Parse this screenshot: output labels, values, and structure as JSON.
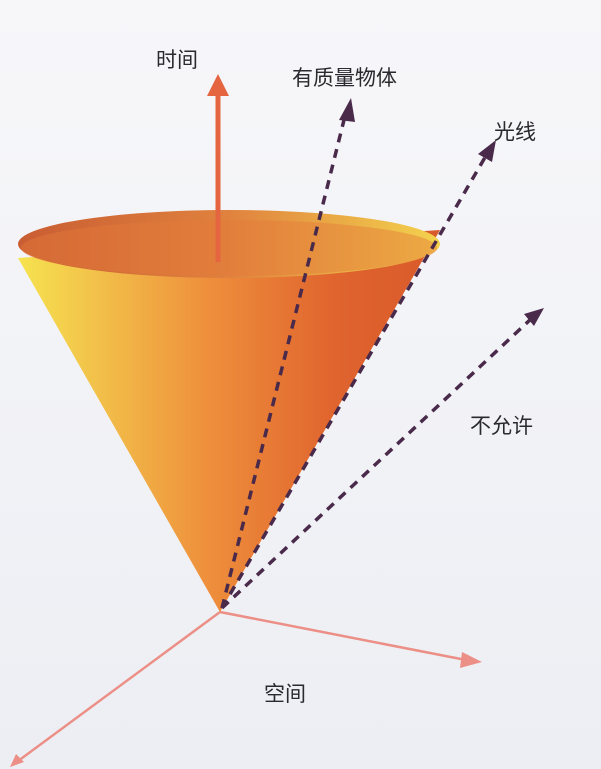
{
  "labels": {
    "time": "时间",
    "massive_object": "有质量物体",
    "light": "光线",
    "not_allowed": "不允许",
    "space": "空间"
  },
  "colors": {
    "cone_light": "#f4d64a",
    "cone_mid": "#ee9a40",
    "cone_dark": "#d9582a",
    "time_axis": "#e4653f",
    "space_axis": "#ec8f86",
    "dashed_arrows": "#4a2a4a"
  }
}
